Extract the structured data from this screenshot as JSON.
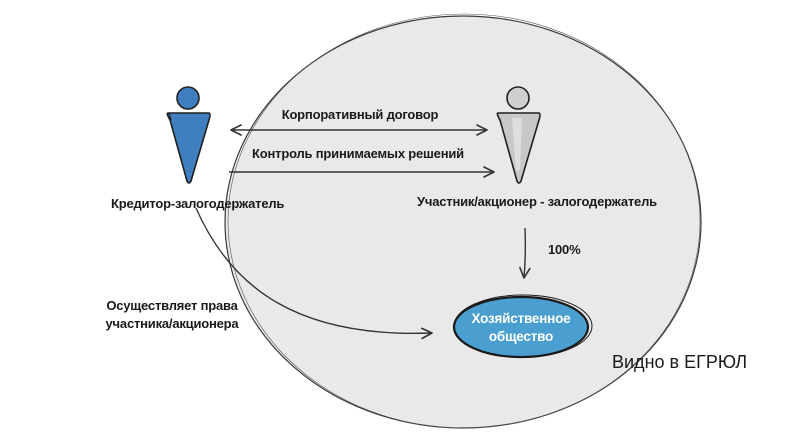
{
  "actors": {
    "creditor": {
      "label": "Кредитор-залогодержатель",
      "color": "#3f7fbf"
    },
    "participant": {
      "label": "Участник/акционер - залогодержатель",
      "color": "#c8c8c8"
    }
  },
  "arrows": {
    "corporate_agreement": "Корпоративный договор",
    "decision_control": "Контроль принимаемых решений",
    "share_percent": "100%",
    "exercise_rights": "Осуществляет права участника/акционера"
  },
  "company": {
    "label": "Хозяйственное общество",
    "fill": "#4a9fd0"
  },
  "registry_note": "Видно в ЕГРЮЛ",
  "colors": {
    "circle_fill": "#e9e9e9",
    "stroke": "#333333"
  }
}
